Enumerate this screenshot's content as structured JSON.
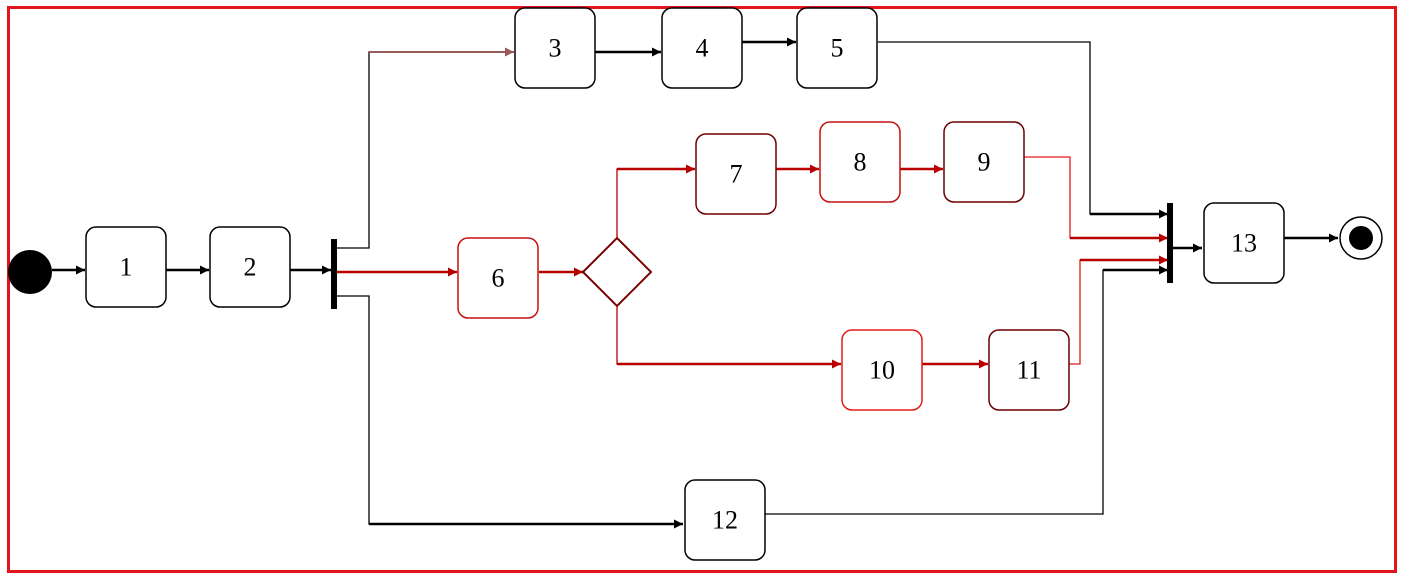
{
  "diagram": {
    "frame_color": "#e0161b",
    "colors": {
      "black": "#000000",
      "red": "#b80000",
      "bright_red": "#e21a1a",
      "dark_red": "#6b0000",
      "brown": "#8a4a4a"
    },
    "nodes": {
      "n1": "1",
      "n2": "2",
      "n3": "3",
      "n4": "4",
      "n5": "5",
      "n6": "6",
      "n7": "7",
      "n8": "8",
      "n9": "9",
      "n10": "10",
      "n11": "11",
      "n12": "12",
      "n13": "13"
    },
    "special_nodes": [
      "initial-node",
      "fork-bar",
      "decision-diamond",
      "join-bar",
      "final-node"
    ]
  }
}
